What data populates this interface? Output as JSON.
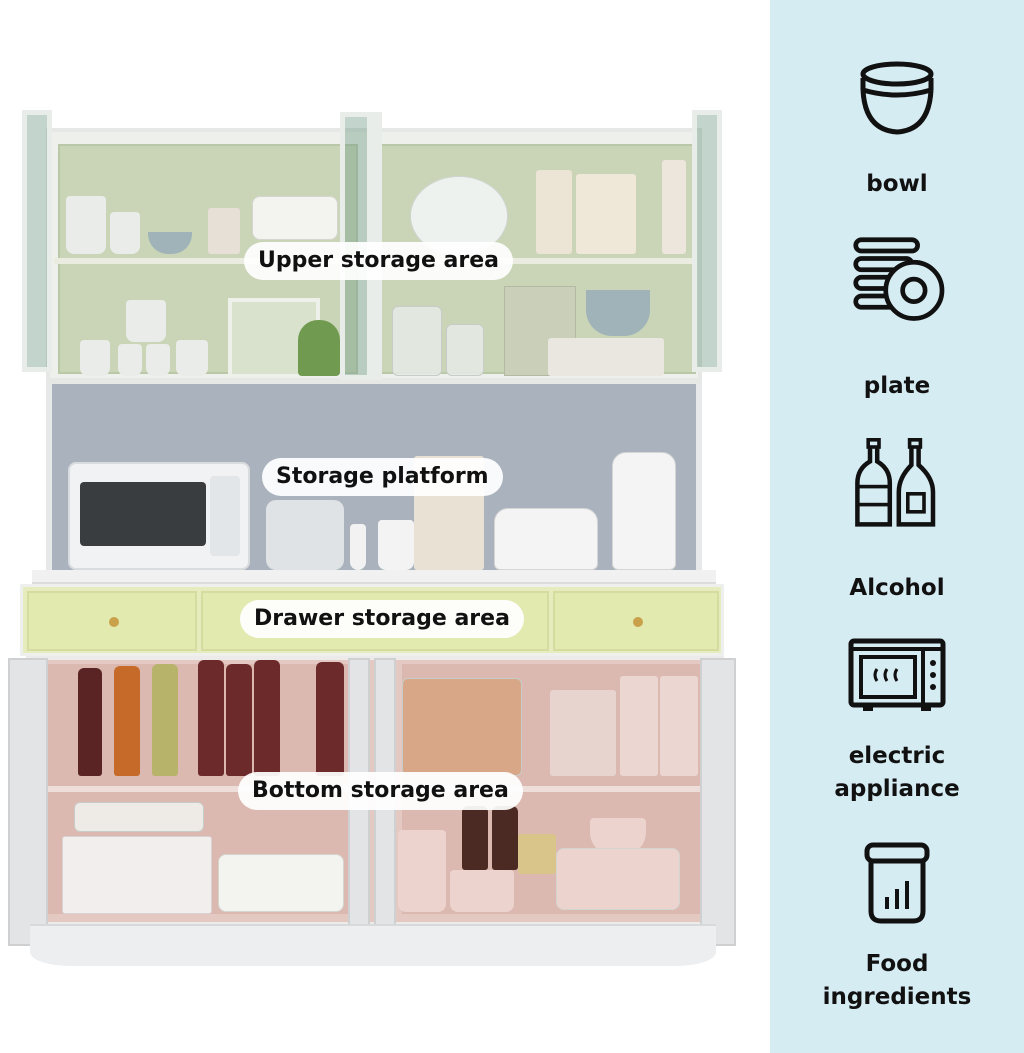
{
  "cabinet": {
    "labels": {
      "upper": "Upper storage area",
      "platform": "Storage platform",
      "drawer": "Drawer storage area",
      "bottom": "Bottom storage area"
    }
  },
  "legend": {
    "items": [
      {
        "icon": "bowl-icon",
        "label": "bowl"
      },
      {
        "icon": "plate-icon",
        "label": "plate"
      },
      {
        "icon": "alcohol-icon",
        "label": "Alcohol"
      },
      {
        "icon": "microwave-icon",
        "label_line1": "electric",
        "label_line2": "appliance"
      },
      {
        "icon": "food-jar-icon",
        "label_line1": "Food",
        "label_line2": "ingredients"
      }
    ],
    "background": "#d6ecf3"
  },
  "colors": {
    "upper_interior": "#c9d5b6",
    "platform_back": "#aab3bd",
    "drawer_front": "#e2eab0",
    "bottom_interior": "#dbb9b0"
  }
}
